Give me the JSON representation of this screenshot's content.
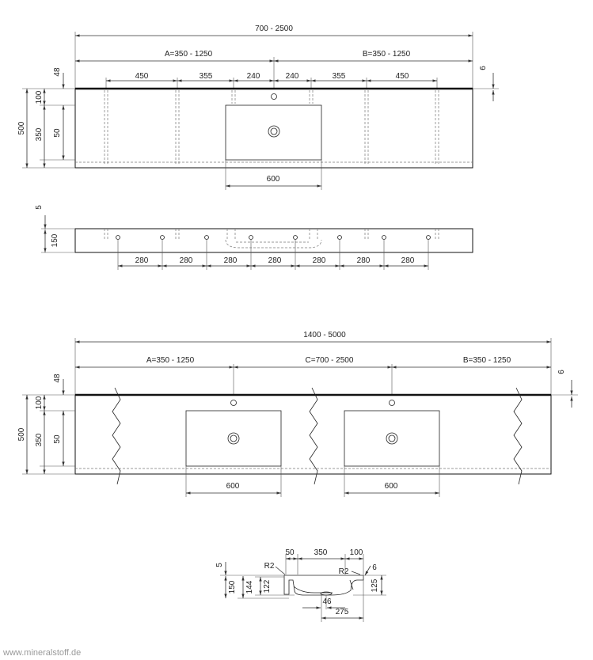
{
  "view1": {
    "total": "700 - 2500",
    "a": "A=350 - 1250",
    "b": "B=350 - 1250",
    "d450a": "450",
    "d355a": "355",
    "d240a": "240",
    "d240b": "240",
    "d355b": "355",
    "d450b": "450",
    "d48": "48",
    "d6": "6",
    "d500": "500",
    "d100": "100",
    "d350": "350",
    "d50": "50",
    "d600": "600"
  },
  "view2": {
    "d5": "5",
    "d150": "150",
    "spacings": [
      "280",
      "280",
      "280",
      "280",
      "280",
      "280",
      "280"
    ]
  },
  "view3": {
    "total": "1400 - 5000",
    "a": "A=350 - 1250",
    "c": "C=700 - 2500",
    "b": "B=350 - 1250",
    "d48": "48",
    "d6": "6",
    "d500": "500",
    "d100": "100",
    "d350": "350",
    "d50": "50",
    "d600a": "600",
    "d600b": "600"
  },
  "section": {
    "d50": "50",
    "d350": "350",
    "d100": "100",
    "r2a": "R2",
    "r2b": "R2",
    "d6": "6",
    "d5": "5",
    "d150": "150",
    "d144": "144",
    "d122": "122",
    "d125": "125",
    "d46": "46",
    "d275": "275"
  },
  "watermark": "www.mineralstoff.de"
}
